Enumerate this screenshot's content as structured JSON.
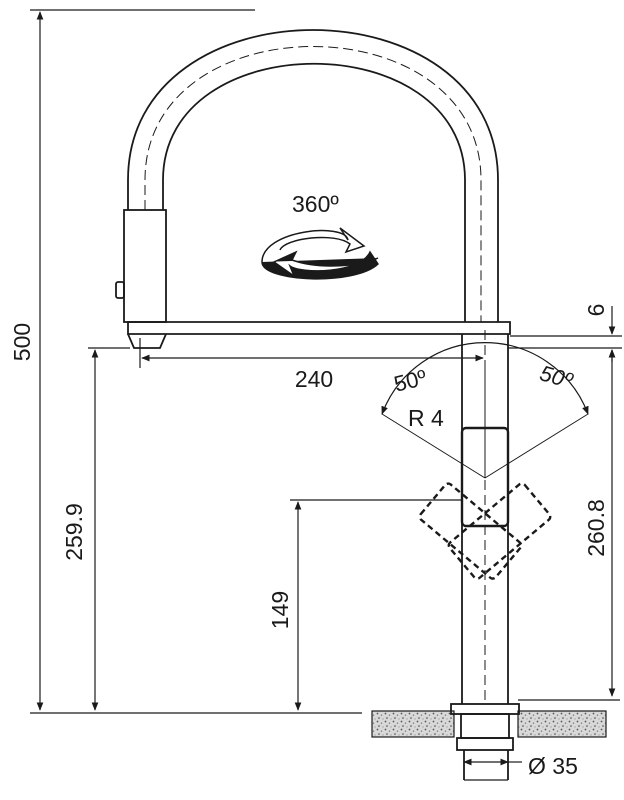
{
  "dimensions": {
    "total_height": "500",
    "spout_reach": "240",
    "spout_height": "259.9",
    "handle_height": "149",
    "body_height": "260.8",
    "spout_thickness": "6",
    "base_diameter": "Ø 35"
  },
  "annotations": {
    "rotation": "360º",
    "radius": "R 4",
    "angle_left": "50º",
    "angle_right": "50º"
  },
  "colors": {
    "line": "#1a1a1a",
    "counter": "#bfbfbf"
  }
}
